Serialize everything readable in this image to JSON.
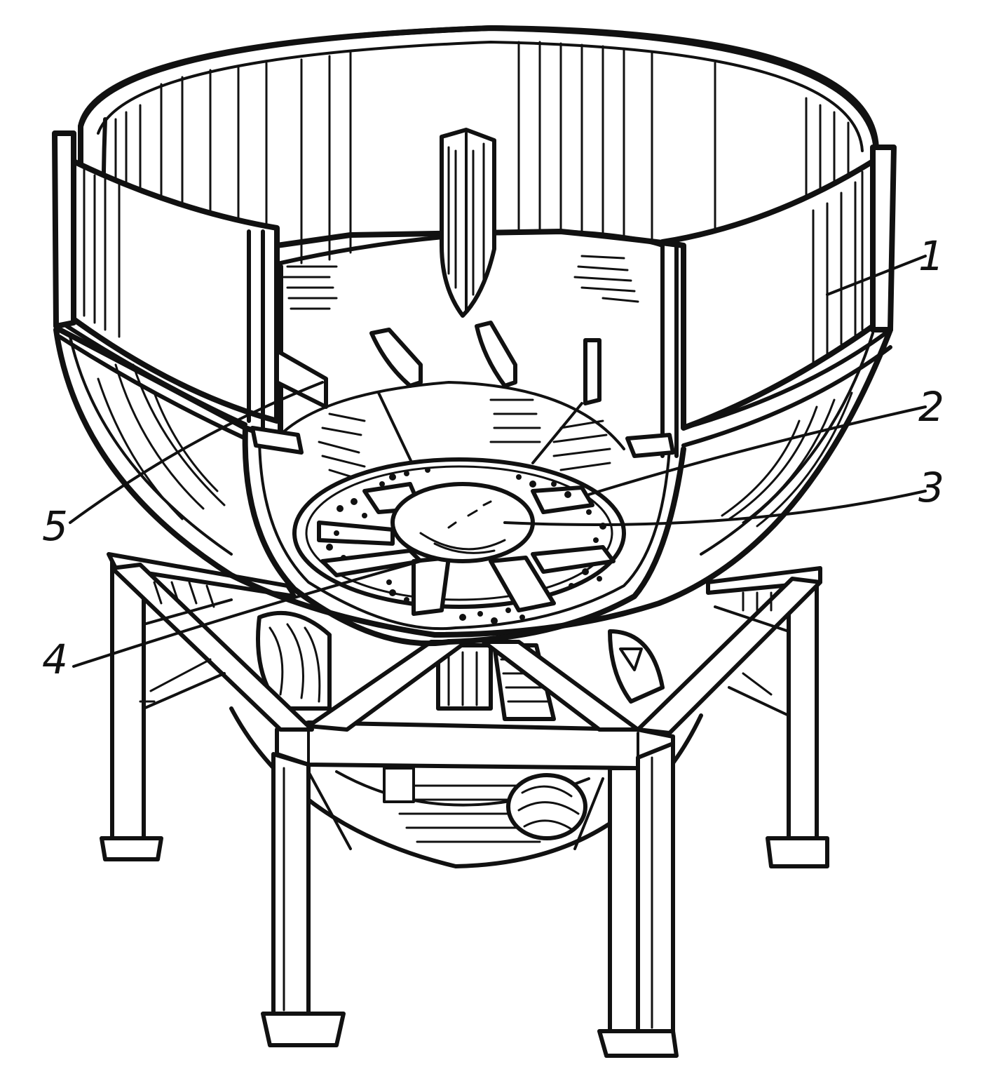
{
  "callouts": [
    {
      "id": "1",
      "text": "1"
    },
    {
      "id": "2",
      "text": "2"
    },
    {
      "id": "3",
      "text": "3"
    },
    {
      "id": "4",
      "text": "4"
    },
    {
      "id": "5",
      "text": "5"
    }
  ],
  "colors": {
    "ink": "#111111",
    "paper": "#ffffff"
  }
}
